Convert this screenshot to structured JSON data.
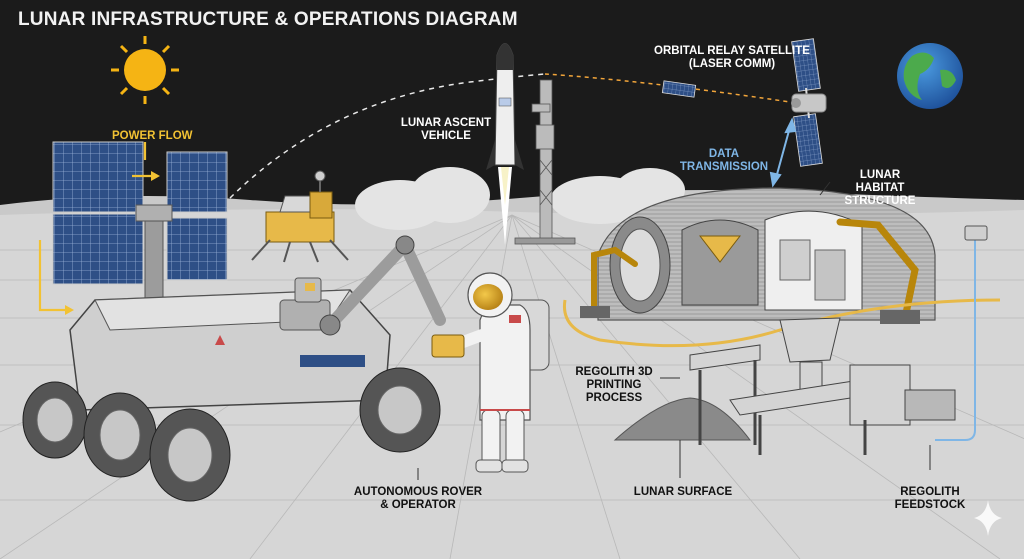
{
  "title": "LUNAR INFRASTRUCTURE & OPERATIONS DIAGRAM",
  "labels": {
    "power_flow": "POWER FLOW",
    "lunar_ascent_vehicle": "LUNAR ASCENT\nVEHICLE",
    "orbital_relay_satellite": "ORBITAL RELAY SATELLITE\n(LASER COMM)",
    "data_transmission": "DATA TRANSMISSION",
    "lunar_habitat_structure": "LUNAR HABITAT\nSTRUCTURE",
    "regolith_3d_printing": "REGOLITH 3D\nPRINTING\nPROCESS",
    "autonomous_rover": "AUTONOMOUS ROVER\n& OPERATOR",
    "lunar_surface": "LUNAR SURFACE",
    "regolith_feedstock": "REGOLITH\nFEEDSTOCK"
  },
  "colors": {
    "sky": "#1b1b1b",
    "ground": "#d6d6d6",
    "solar_panel": "#2e4f86",
    "accent_yellow": "#f2c233",
    "data_blue": "#7fb6e6",
    "sun": "#f5b414"
  }
}
